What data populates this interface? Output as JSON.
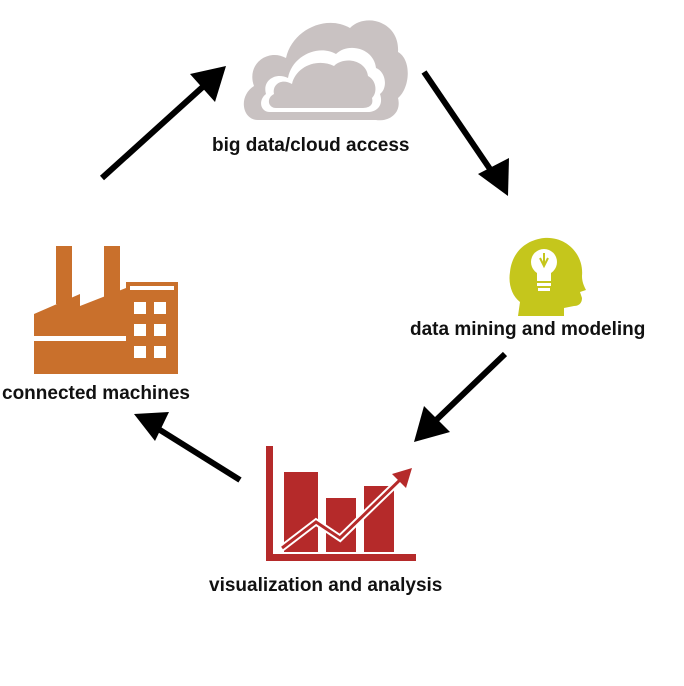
{
  "diagram": {
    "nodes": [
      {
        "id": "cloud",
        "label": "big data/cloud access",
        "icon": "cloud-icon",
        "color": "#c7c0c0"
      },
      {
        "id": "mining",
        "label": "data mining and modeling",
        "icon": "head-lightbulb-icon",
        "color": "#c5c61c"
      },
      {
        "id": "visualization",
        "label": "visualization and analysis",
        "icon": "bar-chart-trend-icon",
        "color": "#b52a2a"
      },
      {
        "id": "machines",
        "label": "connected machines",
        "icon": "factory-icon",
        "color": "#c9702c"
      }
    ],
    "edges": [
      {
        "from": "machines",
        "to": "cloud"
      },
      {
        "from": "cloud",
        "to": "mining"
      },
      {
        "from": "mining",
        "to": "visualization"
      },
      {
        "from": "visualization",
        "to": "machines"
      }
    ],
    "arrow_color": "#000000"
  }
}
